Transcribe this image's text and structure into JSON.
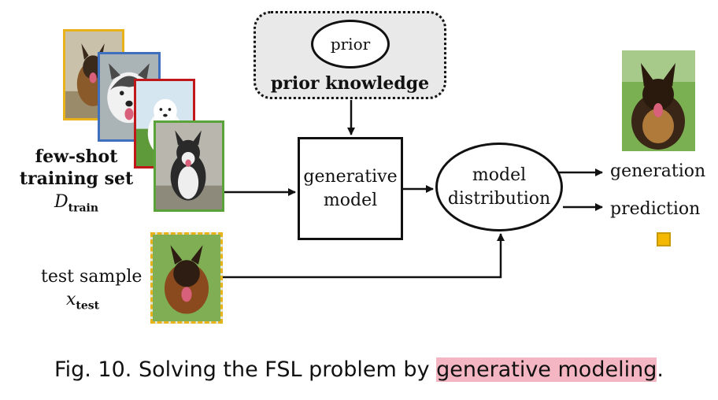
{
  "prior": {
    "ellipse_label": "prior",
    "box_label": "prior knowledge"
  },
  "training": {
    "title_line1": "few-shot",
    "title_line2": "training set",
    "symbol": "D",
    "symbol_subscript": "train"
  },
  "test": {
    "label": "test sample",
    "symbol": "x",
    "symbol_subscript": "test"
  },
  "generative_model": {
    "line1": "generative",
    "line2": "model"
  },
  "model_distribution": {
    "line1": "model",
    "line2": "distribution"
  },
  "outputs": {
    "generation": "generation",
    "prediction": "prediction"
  },
  "caption": {
    "prefix": "Fig. 10.  Solving the FSL problem by ",
    "highlight": "generative modeling",
    "suffix": "."
  },
  "colors": {
    "frame_yellow": "#e8b21a",
    "frame_blue": "#3f6fbf",
    "frame_red": "#c0171b",
    "frame_green": "#5aa23a",
    "prior_fill": "#e9e9e9",
    "caption_highlight": "#f4b6c2",
    "prediction_square": "#f5b800"
  },
  "icons": {
    "training_photos": [
      "german-shepherd-photo",
      "husky-puppy-photo",
      "samoyed-photo",
      "alaskan-malamute-photo"
    ],
    "test_photo": "german-shepherd-test-photo",
    "generated_photo": "generated-german-shepherd-photo",
    "prediction_marker": "yellow-square-icon"
  }
}
